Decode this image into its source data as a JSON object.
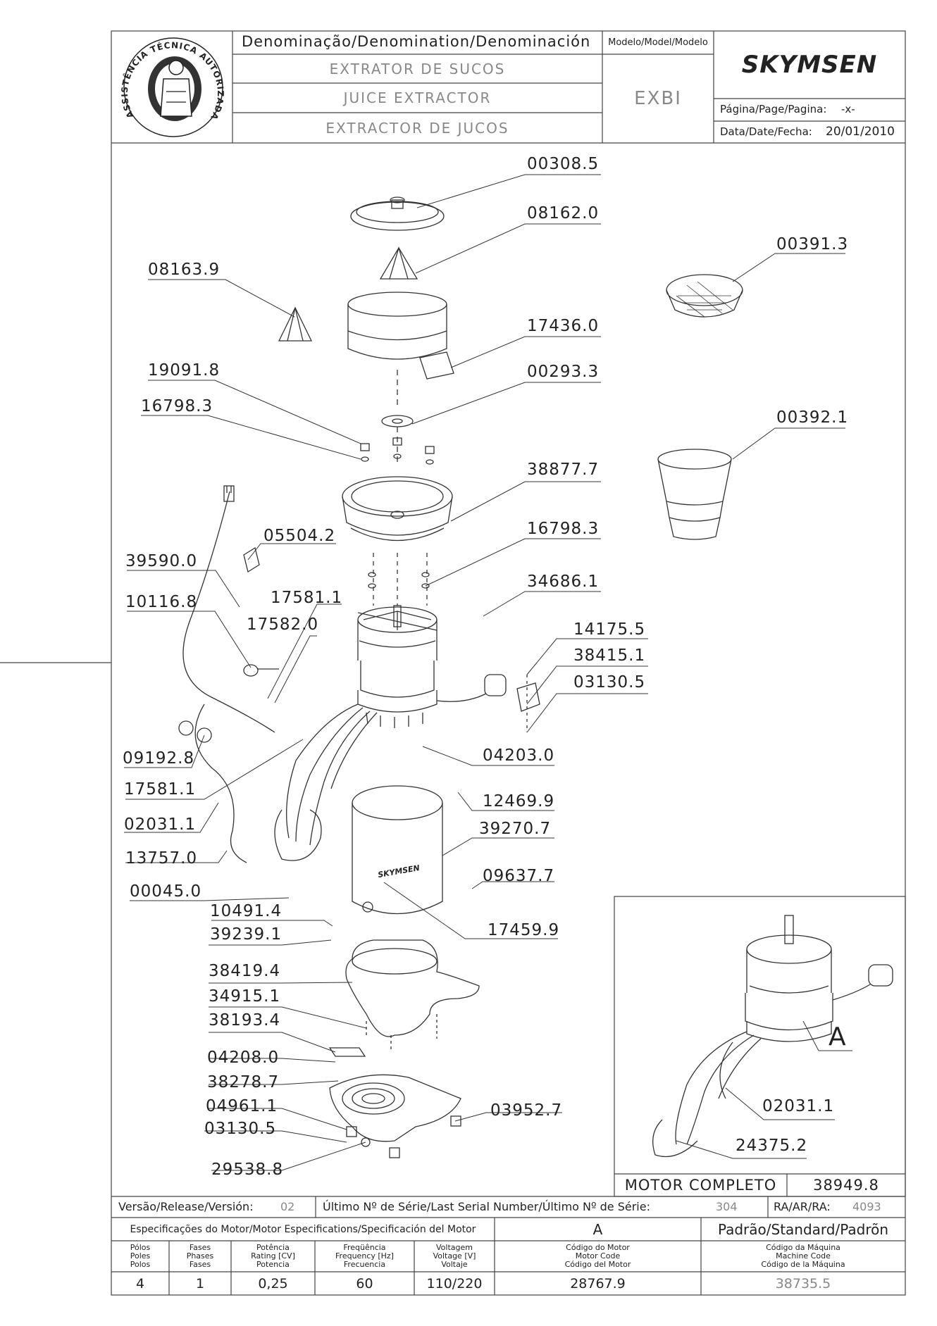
{
  "header": {
    "denomination_title": "Denominação/Denomination/Denominación",
    "name_pt": "EXTRATOR DE SUCOS",
    "name_en": "JUICE EXTRACTOR",
    "name_es": "EXTRACTOR DE JUCOS",
    "model_title": "Modelo/Model/Modelo",
    "model_value": "EXBI",
    "brand": "SKYMSEN",
    "page_label": "Página/Page/Pagina:",
    "page_value": "-x-",
    "date_label": "Data/Date/Fecha:",
    "date_value": "20/01/2010",
    "seal_text": "ASSISTÊNCIA TÉCNICA AUTORIZADA"
  },
  "parts": [
    "00308.5",
    "08162.0",
    "08163.9",
    "00391.3",
    "17436.0",
    "19091.8",
    "00293.3",
    "16798.3",
    "00392.1",
    "38877.7",
    "05504.2",
    "16798.3",
    "39590.0",
    "34686.1",
    "10116.8",
    "17581.1",
    "17582.0",
    "14175.5",
    "38415.1",
    "03130.5",
    "09192.8",
    "04203.0",
    "17581.1",
    "12469.9",
    "02031.1",
    "39270.7",
    "13757.0",
    "09637.7",
    "00045.0",
    "10491.4",
    "17459.9",
    "39239.1",
    "38419.4",
    "34915.1",
    "38193.4",
    "04208.0",
    "38278.7",
    "04961.1",
    "03952.7",
    "03130.5",
    "29538.8"
  ],
  "inset": {
    "letter": "A",
    "parts": [
      "02031.1",
      "24375.2"
    ],
    "motor_label": "MOTOR COMPLETO",
    "motor_code": "38949.8"
  },
  "diagram_text": {
    "base_brand": "SKYMSEN"
  },
  "footer": {
    "version_label": "Versão/Release/Versión:",
    "version_value": "02",
    "serial_label": "Último Nº de Série/Last Serial Number/Último Nº de Série:",
    "serial_value": "304",
    "ra_label": "RA/AR/RA:",
    "ra_value": "4093",
    "motor_spec_title": "Especificações do Motor/Motor Especifications/Specificación del Motor",
    "spec_letter": "A",
    "standard_title": "Padrão/Standard/Padrõn",
    "col_poles": "Pólos\nPoles\nPolos",
    "col_phases": "Fases\nPhases\nFases",
    "col_power": "Potência\nRating [CV]\nPotencia",
    "col_freq": "Freqüência\nFrequency [Hz]\nFrecuencia",
    "col_voltage": "Voltagem\nVoltage [V]\nVoltaje",
    "col_motor_code": "Código do Motor\nMotor Code\nCódigo del Motor",
    "col_machine_code": "Código da Máquina\nMachine Code\nCódigo de la Máquina",
    "poles": "4",
    "phases": "1",
    "power": "0,25",
    "freq": "60",
    "voltage": "110/220",
    "motor_code": "28767.9",
    "machine_code": "38735.5"
  }
}
